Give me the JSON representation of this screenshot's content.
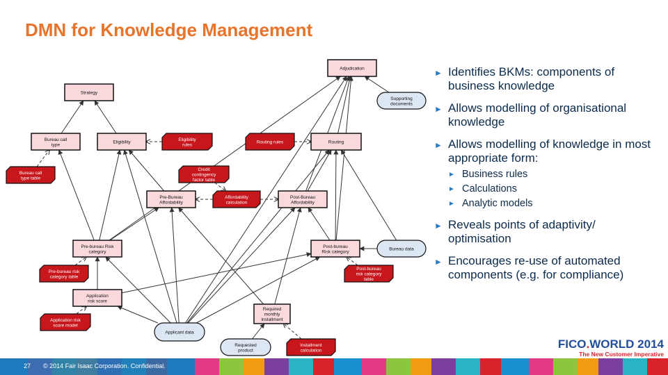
{
  "slide": {
    "title": "DMN for Knowledge Management"
  },
  "diagram": {
    "decisions": [
      {
        "id": "adjudication",
        "label": "Adjudication"
      },
      {
        "id": "strategy",
        "label": "Strategy"
      },
      {
        "id": "bureau-call-type",
        "label": "Bureau call type"
      },
      {
        "id": "eligibility",
        "label": "Eligibility"
      },
      {
        "id": "routing",
        "label": "Routing"
      },
      {
        "id": "pre-bureau-affordability",
        "label": "Pre-Bureau Affordability"
      },
      {
        "id": "post-bureau-affordability",
        "label": "Post-Bureau Affordability"
      },
      {
        "id": "pre-bureau-risk-category",
        "label": "Pre-bureau Risk category"
      },
      {
        "id": "post-bureau-risk-category",
        "label": "Post-bureau Risk category"
      },
      {
        "id": "application-risk-score",
        "label": "Application risk score"
      },
      {
        "id": "required-monthly-installment",
        "label": "Required monthly installment"
      }
    ],
    "knowledge_models": [
      {
        "id": "eligibility-rules",
        "label": "Eligibility rules"
      },
      {
        "id": "routing-rules",
        "label": "Routing rules"
      },
      {
        "id": "bureau-call-type-table",
        "label": "Bureau call type table"
      },
      {
        "id": "credit-contingency-factor-table",
        "label": "Credit contingency factor table"
      },
      {
        "id": "affordability-calculation",
        "label": "Affordability calculation"
      },
      {
        "id": "pre-bureau-risk-category-table",
        "label": "Pre-bureau risk category table"
      },
      {
        "id": "post-bureau-risk-category-table",
        "label": "Post-bureau risk category table"
      },
      {
        "id": "application-risk-score-model",
        "label": "Application risk score model"
      },
      {
        "id": "installment-calculation",
        "label": "Installment calculation"
      }
    ],
    "inputs": [
      {
        "id": "supporting-documents",
        "label": "Supporting documents"
      },
      {
        "id": "bureau-data",
        "label": "Bureau data"
      },
      {
        "id": "applicant-data",
        "label": "Applicant data"
      },
      {
        "id": "requested-product",
        "label": "Requested product"
      }
    ],
    "colors": {
      "decision_fill": "#f9d9dc",
      "knowledge_fill": "#c8161d",
      "input_fill": "#dde6f3",
      "line": "#333333"
    }
  },
  "bullets": [
    {
      "text": "Identifies BKMs: components of business knowledge"
    },
    {
      "text": "Allows modelling of organisational knowledge"
    },
    {
      "text": "Allows modelling of knowledge in most appropriate form:"
    },
    {
      "text": "Reveals points of adaptivity/ optimisation"
    },
    {
      "text": "Encourages re-use of automated components (e.g. for compliance)"
    }
  ],
  "sub_bullets": [
    {
      "text": "Business rules"
    },
    {
      "text": "Calculations"
    },
    {
      "text": "Analytic models"
    }
  ],
  "footer": {
    "page_number": "27",
    "copyright": "© 2014 Fair Isaac Corporation. Confidential."
  },
  "logo": {
    "brand": "FICO",
    "event": "WORLD 2014",
    "tagline": "The New Customer Imperative"
  }
}
